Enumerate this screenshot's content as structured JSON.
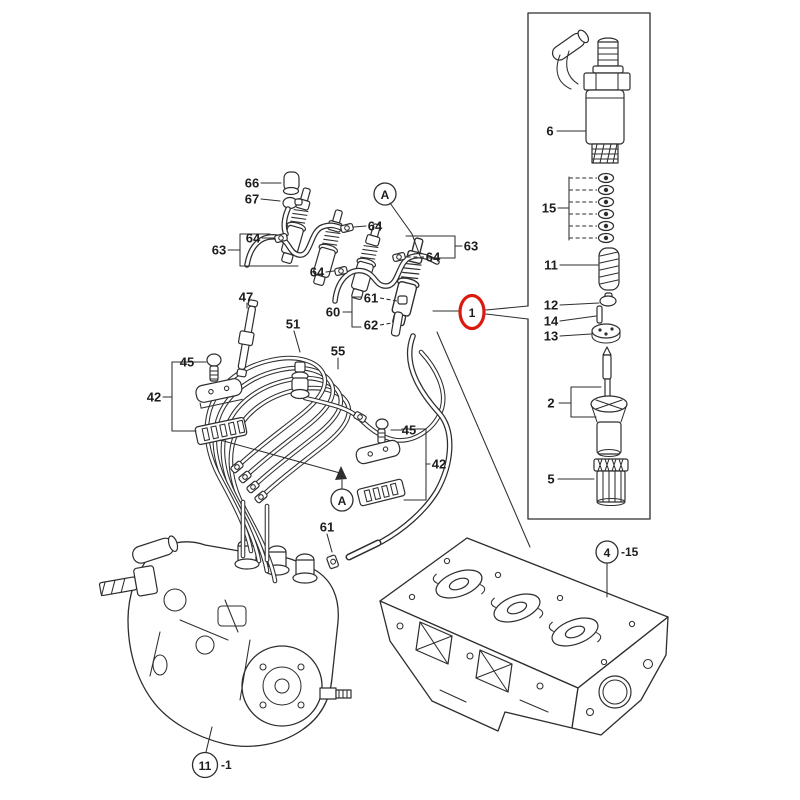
{
  "diagram": {
    "type": "exploded-parts-diagram",
    "colors": {
      "line": "#2e2e2e",
      "highlight": "#d81a0f",
      "background": "#ffffff"
    }
  },
  "labels": {
    "n1": "1",
    "n2": "2",
    "n4": "4",
    "n5": "5",
    "n6": "6",
    "n11": "11",
    "n12": "12",
    "n13": "13",
    "n14": "14",
    "n15": "15",
    "n42": "42",
    "n45": "45",
    "n47": "47",
    "n51": "51",
    "n55": "55",
    "n60": "60",
    "n61": "61",
    "n62": "62",
    "n63": "63",
    "n64": "64",
    "n66": "66",
    "n67": "67",
    "letterA": "A",
    "pump_suffix": "-1",
    "head_suffix": "-15"
  }
}
